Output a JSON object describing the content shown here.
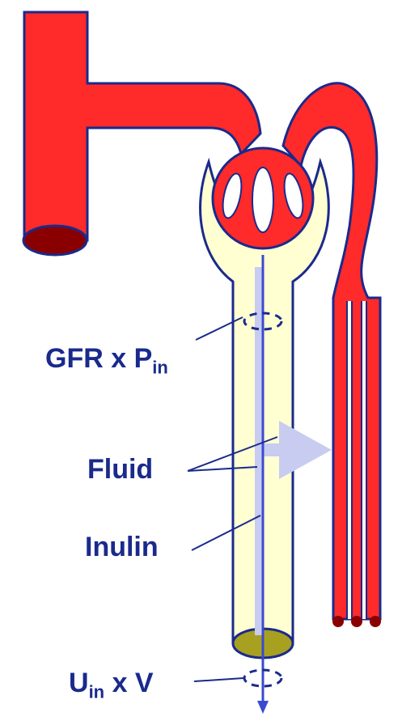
{
  "labels": {
    "gfr": {
      "main": "GFR x P",
      "sub": "in"
    },
    "fluid": "Fluid",
    "inulin": "Inulin",
    "urine": {
      "main": "U",
      "sub": "in",
      "tail": " x V"
    }
  },
  "colors": {
    "vessel": "#ff2a2a",
    "vessel_outline": "#1a2a8c",
    "tubule": "#ffffd2",
    "tubule_outline": "#1a2a8c",
    "vessel_lumen": "#8a0000",
    "tubule_lumen": "#a8a020",
    "flow_arrow": "#c8ccf0",
    "inulin_line": "#3a4ad0",
    "label_text": "#1a2a8c",
    "capillary_hole": "#ffffff"
  }
}
